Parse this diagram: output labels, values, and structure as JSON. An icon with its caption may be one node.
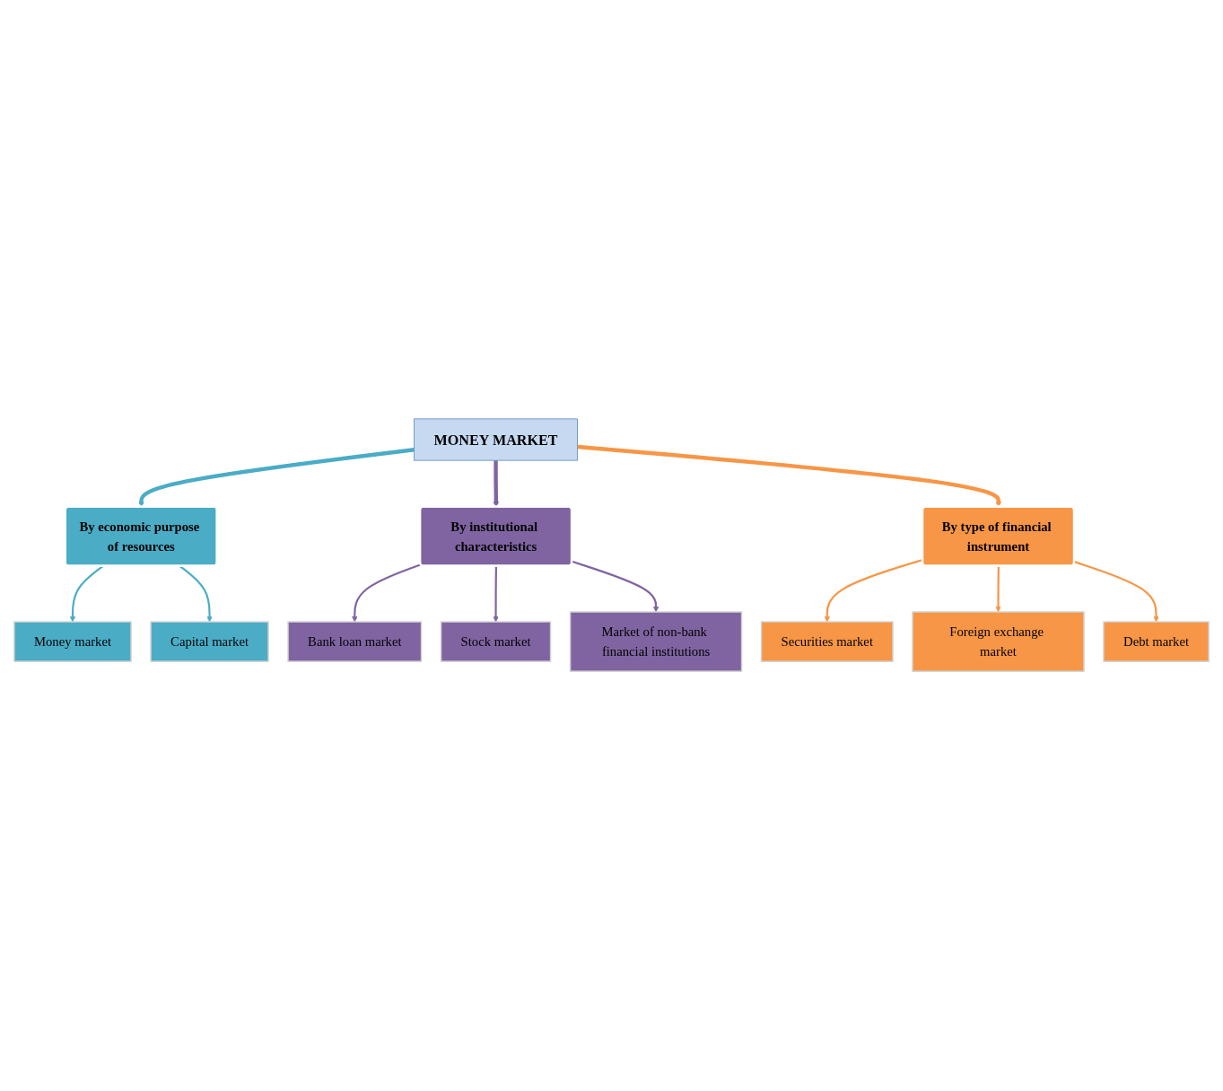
{
  "diagram": {
    "nodes": [
      {
        "text": [
          "MONEY MARKET"
        ]
      },
      {
        "text": [
          "By economic purpose of resources"
        ]
      },
      {
        "text": [
          "By institutional characteristics"
        ]
      },
      {
        "text": [
          "By type of financial instrument"
        ]
      },
      {
        "text": [
          "Money market"
        ]
      },
      {
        "text": [
          "Capital market"
        ]
      },
      {
        "text": [
          "Bank loan market"
        ]
      },
      {
        "text": [
          "Stock market"
        ]
      },
      {
        "text": [
          "Market of non-bank financial institutions"
        ]
      },
      {
        "text": [
          "Securities market"
        ]
      },
      {
        "text": [
          "Foreign exchange market"
        ]
      },
      {
        "text": [
          "Debt market"
        ]
      }
    ],
    "edges": [
      {
        "from": 0,
        "to": 1,
        "arrow": "to",
        "style": "thick",
        "color": "#4bacc6"
      },
      {
        "from": 0,
        "to": 2,
        "arrow": "to",
        "style": "thick",
        "color": "#8064a2"
      },
      {
        "from": 0,
        "to": 3,
        "arrow": "to",
        "style": "thick",
        "color": "#f79646"
      },
      {
        "from": 1,
        "to": 4,
        "arrow": "to",
        "color": "#4bacc6"
      },
      {
        "from": 1,
        "to": 5,
        "arrow": "to",
        "color": "#4bacc6"
      },
      {
        "from": 2,
        "to": 6,
        "arrow": "to",
        "color": "#8064a2"
      },
      {
        "from": 2,
        "to": 7,
        "arrow": "to",
        "color": "#8064a2"
      },
      {
        "from": 2,
        "to": 8,
        "arrow": "to",
        "color": "#8064a2"
      },
      {
        "from": 3,
        "to": 9,
        "arrow": "to",
        "color": "#f79646"
      },
      {
        "from": 3,
        "to": 10,
        "arrow": "to",
        "color": "#f79646"
      },
      {
        "from": 3,
        "to": 11,
        "arrow": "to",
        "color": "#f79646"
      }
    ]
  }
}
